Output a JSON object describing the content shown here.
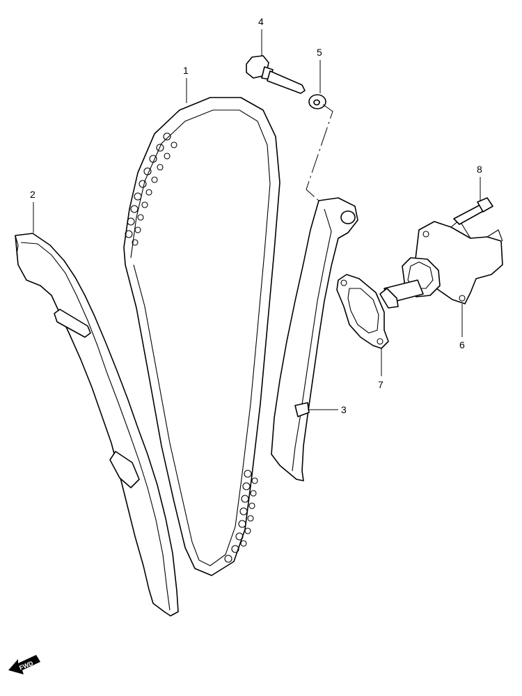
{
  "callouts": [
    {
      "id": "1",
      "label": "1"
    },
    {
      "id": "2",
      "label": "2"
    },
    {
      "id": "3",
      "label": "3"
    },
    {
      "id": "4",
      "label": "4"
    },
    {
      "id": "5",
      "label": "5"
    },
    {
      "id": "6",
      "label": "6"
    },
    {
      "id": "7",
      "label": "7"
    },
    {
      "id": "8",
      "label": "8"
    }
  ],
  "direction_badge": {
    "label": "FWD"
  },
  "colors": {
    "line": "#000000",
    "background": "#ffffff"
  }
}
